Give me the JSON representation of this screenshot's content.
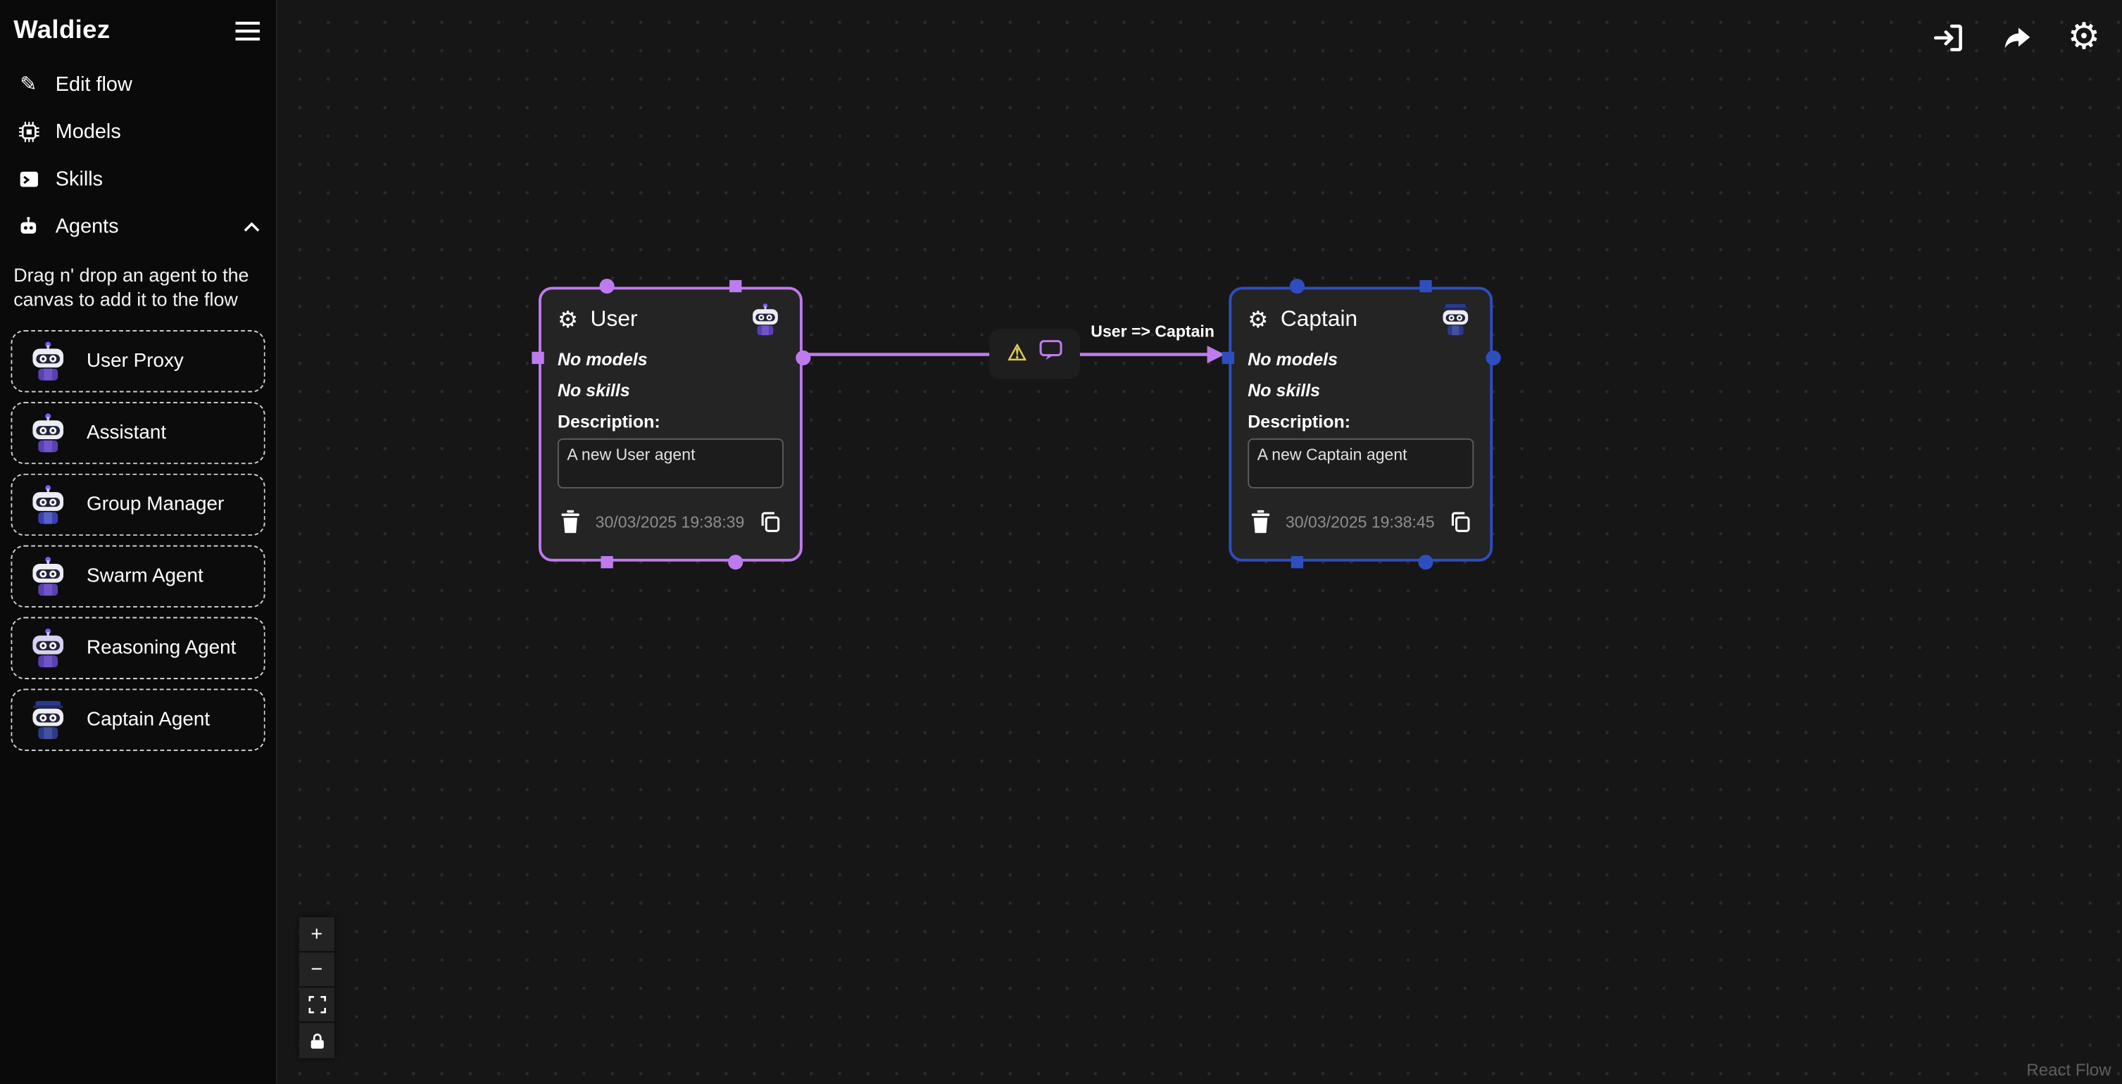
{
  "sidebar": {
    "brand": "Waldiez",
    "menu": [
      {
        "label": "Edit flow"
      },
      {
        "label": "Models"
      },
      {
        "label": "Skills"
      },
      {
        "label": "Agents"
      }
    ],
    "hint": "Drag n' drop an agent to the canvas to add it to the flow",
    "agents": [
      {
        "label": "User Proxy"
      },
      {
        "label": "Assistant"
      },
      {
        "label": "Group Manager"
      },
      {
        "label": "Swarm Agent"
      },
      {
        "label": "Reasoning Agent"
      },
      {
        "label": "Captain Agent"
      }
    ]
  },
  "toolbar": {
    "icons": [
      "import-flow",
      "export-flow",
      "settings"
    ]
  },
  "canvas": {
    "nodes": [
      {
        "title": "User",
        "models_text": "No models",
        "skills_text": "No skills",
        "description_label": "Description:",
        "description": "A new User agent",
        "timestamp": "30/03/2025 19:38:39",
        "accent": "#bf7af0"
      },
      {
        "title": "Captain",
        "models_text": "No models",
        "skills_text": "No skills",
        "description_label": "Description:",
        "description": "A new Captain agent",
        "timestamp": "30/03/2025 19:38:45",
        "accent": "#2e4ec0"
      }
    ],
    "edge": {
      "label": "User => Captain",
      "color": "#bf7af0",
      "warning_color": "#dcc754"
    }
  },
  "controls": {
    "zoom_in": "+",
    "zoom_out": "−"
  },
  "attribution": "React Flow"
}
